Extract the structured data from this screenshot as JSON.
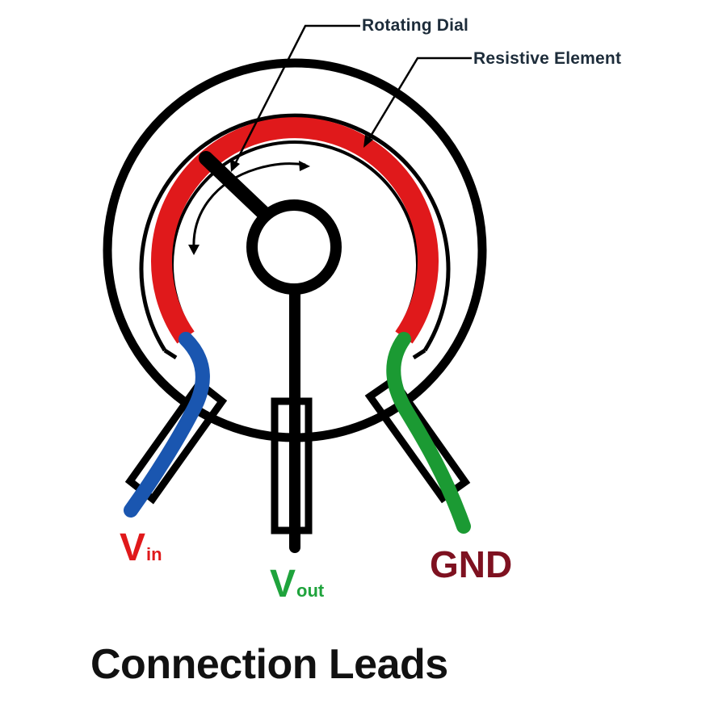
{
  "callouts": {
    "rotating_dial": "Rotating Dial",
    "resistive_element": "Resistive Element"
  },
  "terminals": {
    "vin": {
      "main": "V",
      "sub": "in"
    },
    "vout": {
      "main": "V",
      "sub": "out"
    },
    "gnd": "GND"
  },
  "caption": "Connection Leads",
  "colors": {
    "resistive_track": "#e0191b",
    "vin_lead": "#1a56b0",
    "gnd_lead": "#1b9a33",
    "vin_text": "#e0191b",
    "vout_text": "#1fa33c",
    "gnd_text": "#7e1120"
  }
}
